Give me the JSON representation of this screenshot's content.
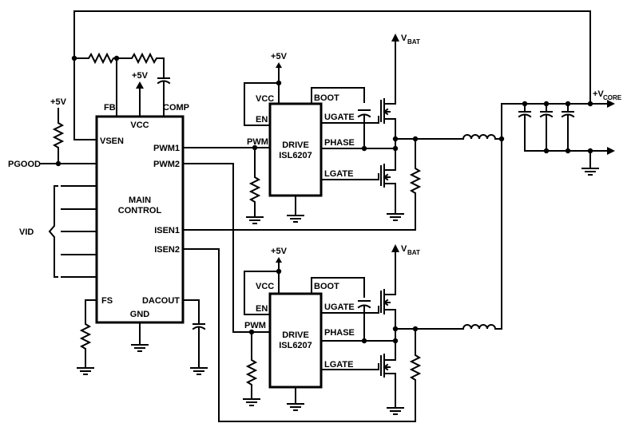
{
  "main_control": {
    "title_line1": "MAIN",
    "title_line2": "CONTROL",
    "pins": {
      "fb": "FB",
      "comp": "COMP",
      "vcc": "VCC",
      "vsen": "VSEN",
      "pwm1": "PWM1",
      "pwm2": "PWM2",
      "isen1": "ISEN1",
      "isen2": "ISEN2",
      "fs": "FS",
      "dacout": "DACOUT",
      "gnd": "GND"
    }
  },
  "drivers": [
    {
      "title_line1": "DRIVE",
      "title_line2": "ISL6207",
      "pins": {
        "vcc": "VCC",
        "en": "EN",
        "pwm": "PWM",
        "boot": "BOOT",
        "ugate": "UGATE",
        "phase": "PHASE",
        "lgate": "LGATE"
      }
    },
    {
      "title_line1": "DRIVE",
      "title_line2": "ISL6207",
      "pins": {
        "vcc": "VCC",
        "en": "EN",
        "pwm": "PWM",
        "boot": "BOOT",
        "ugate": "UGATE",
        "phase": "PHASE",
        "lgate": "LGATE"
      }
    }
  ],
  "signals": {
    "pgood": "PGOOD",
    "vid": "VID",
    "plus5v": "+5V",
    "vbat_main": "V",
    "vbat_sub": "BAT",
    "vcore_main": "+V",
    "vcore_sub": "CORE"
  }
}
